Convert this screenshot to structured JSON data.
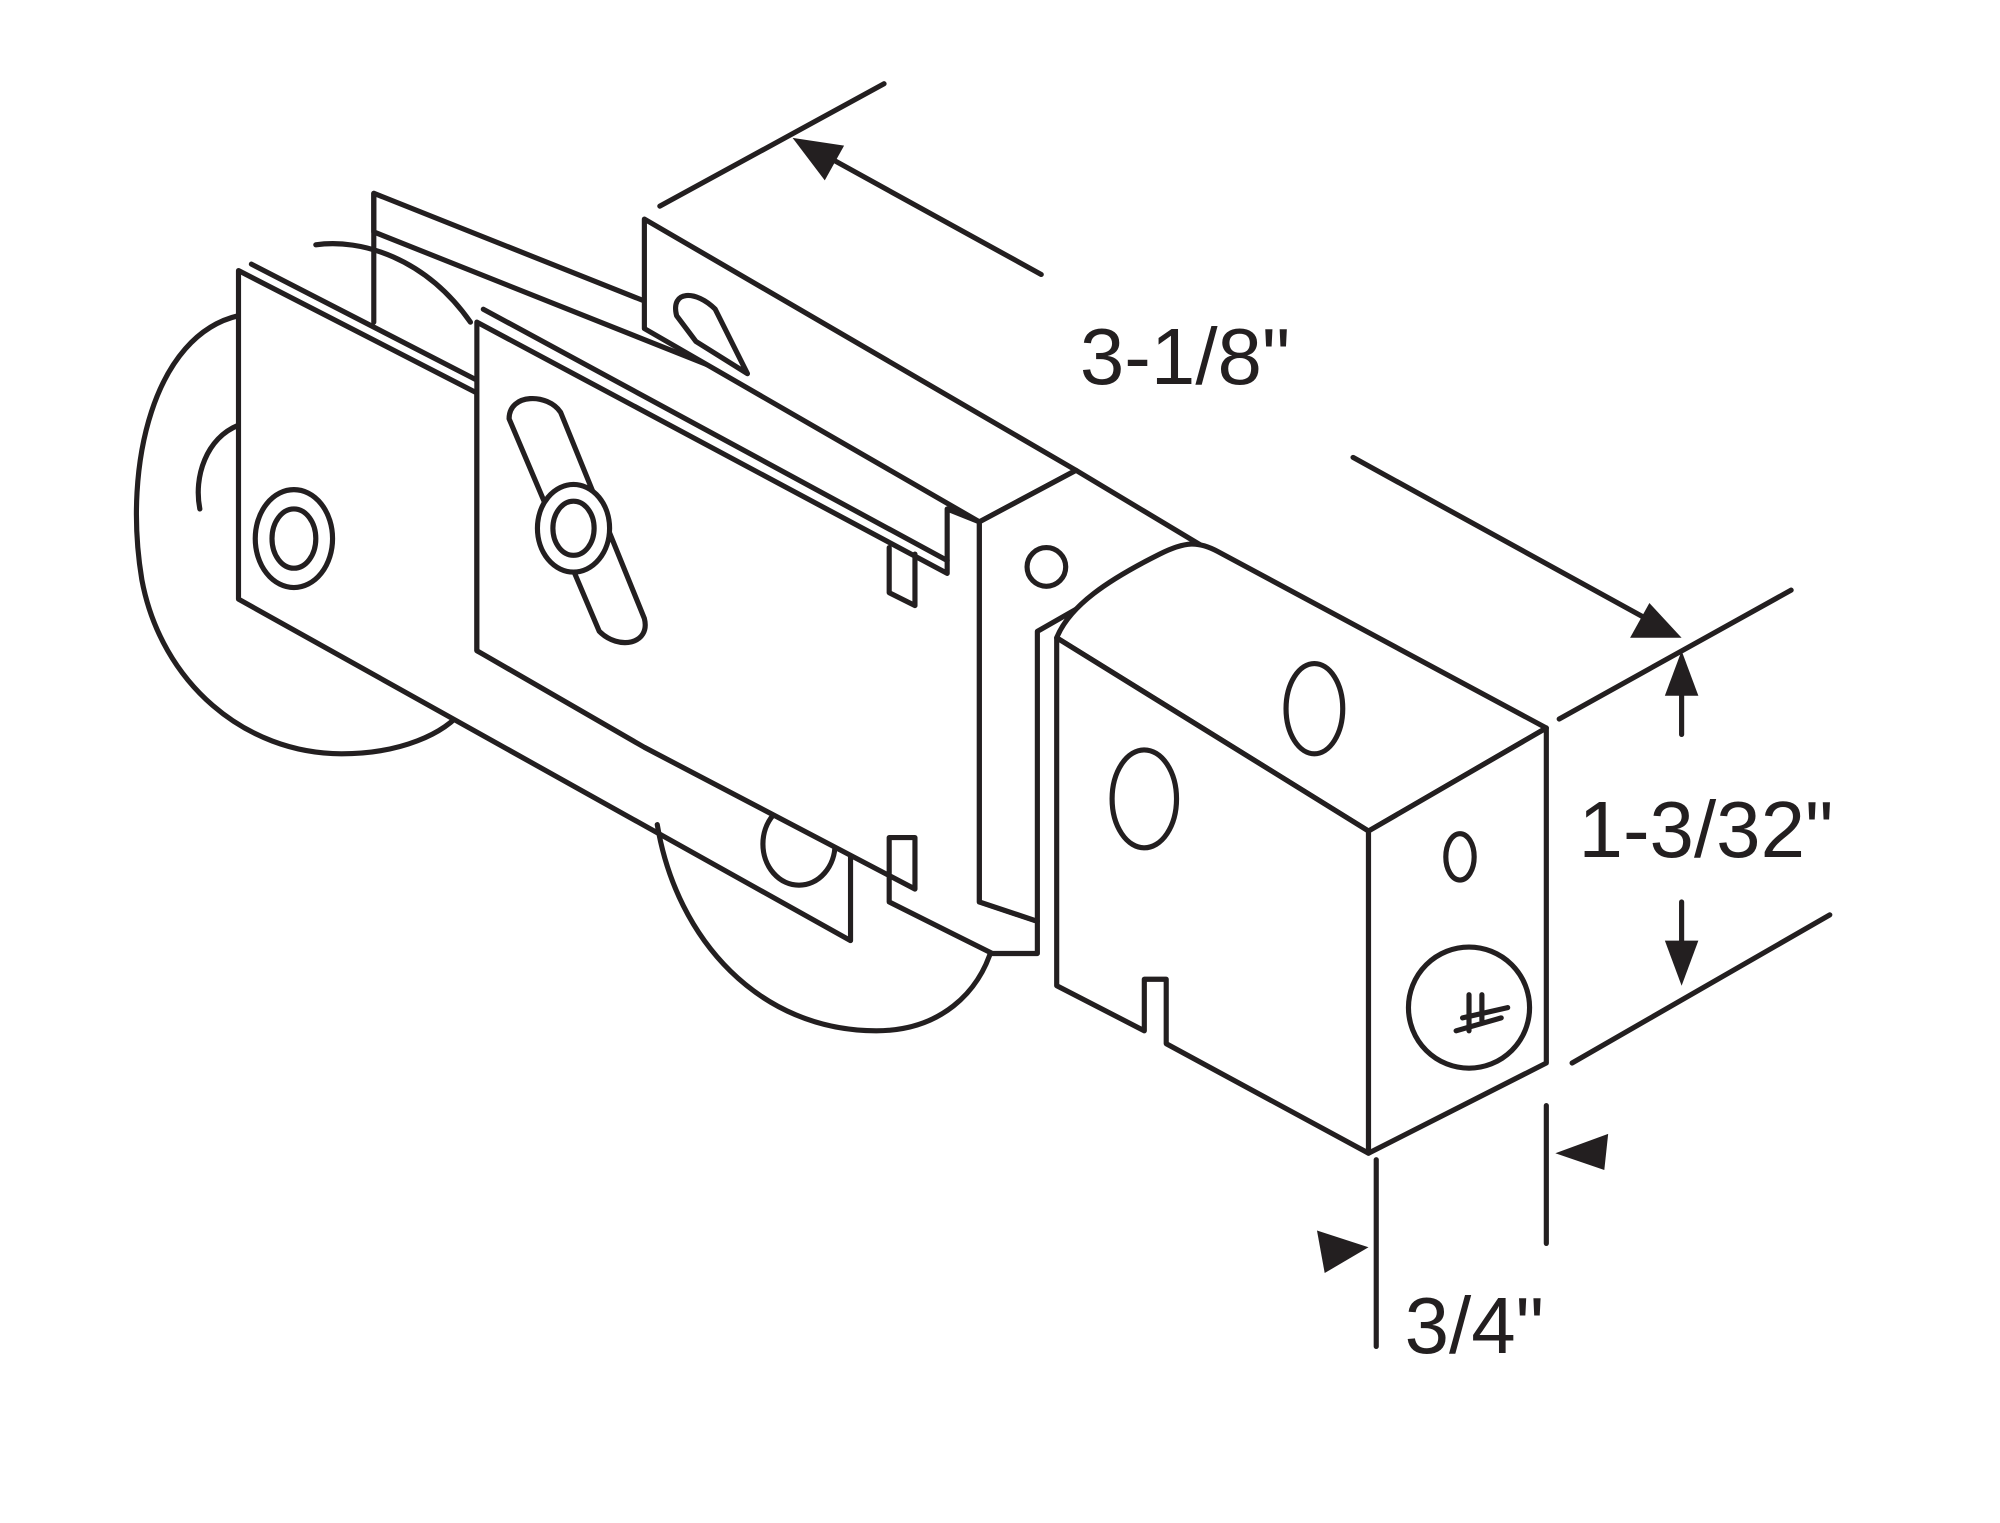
{
  "diagram": {
    "dimensions": {
      "length": "3-1/8\"",
      "height": "1-3/32\"",
      "width": "3/4\""
    },
    "line_color": "#231f20",
    "background": "#ffffff"
  }
}
